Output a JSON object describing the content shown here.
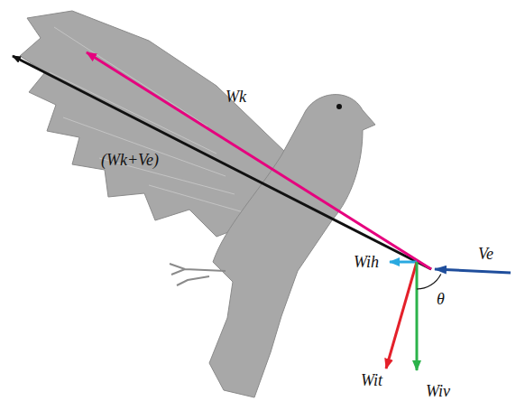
{
  "diagram": {
    "labels": [
      "Wk",
      "(Wk+Ve)",
      "Wih",
      "Ve",
      "θ",
      "Wit",
      "Wiv"
    ]
  }
}
